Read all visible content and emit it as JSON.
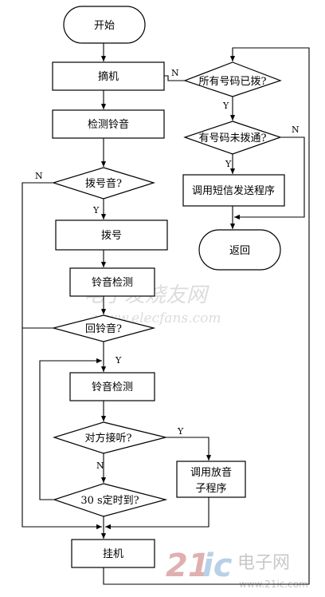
{
  "nodes": {
    "start": "开始",
    "offhook": "摘机",
    "detect_ring": "检测铃音",
    "dial_tone": "拨号音?",
    "dial": "拨号",
    "ring_detect_1": "铃音检测",
    "ringback": "回铃音?",
    "ring_detect_2": "铃音检测",
    "answered": "对方接听?",
    "play_sub": "调用放音",
    "play_sub_2": "子程序",
    "timeout": "30 s定时到?",
    "hangup": "挂机",
    "all_dialed": "所有号码已拨?",
    "unconnected": "有号码未拨通?",
    "sms_call": "调用短信发送程序",
    "return": "返回"
  },
  "edge_labels": {
    "yes": "Y",
    "no": "N"
  },
  "watermarks": {
    "site_cn": "电子发烧友网",
    "site_url": "www.elecfans.com",
    "logo_21": "21",
    "logo_ic": "ic",
    "logo_cn": "电子网",
    "logo_url": "www.21ic.com"
  }
}
